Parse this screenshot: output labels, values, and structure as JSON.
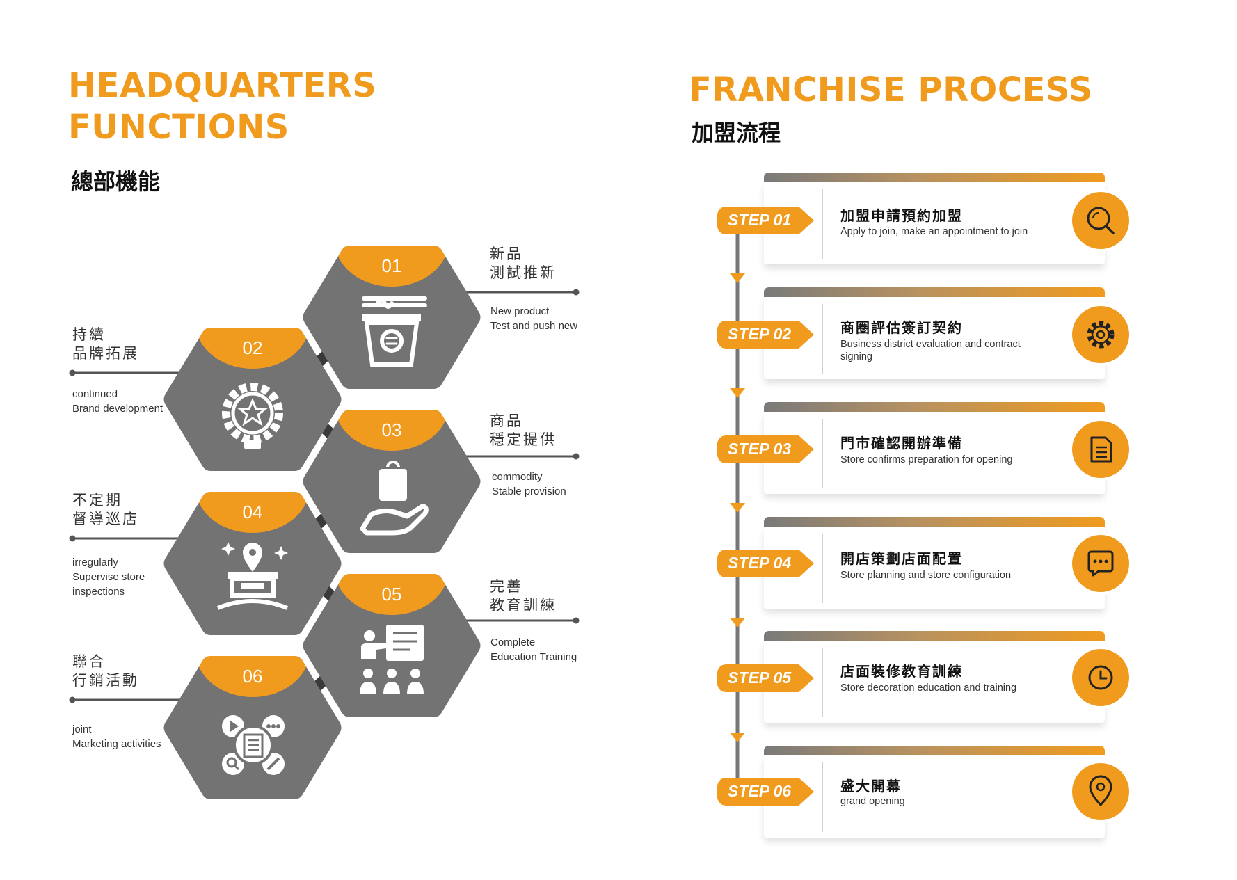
{
  "left": {
    "title_line1": "HEADQUARTERS",
    "title_line2": "FUNCTIONS",
    "subtitle": "總部機能",
    "items": [
      {
        "num": "01",
        "zh": "新品\n測試推新",
        "en": "New product\nTest and push new",
        "icon": "noodle-cup-icon"
      },
      {
        "num": "02",
        "zh": "持續\n品牌拓展",
        "en": "continued\nBrand development",
        "icon": "gear-star-bulb-icon"
      },
      {
        "num": "03",
        "zh": "商品\n穩定提供",
        "en": "commodity\nStable provision",
        "icon": "hand-bag-icon"
      },
      {
        "num": "04",
        "zh": "不定期\n督導巡店",
        "en": "irregularly\nSupervise store\ninspections",
        "icon": "store-pin-icon"
      },
      {
        "num": "05",
        "zh": "完善\n教育訓練",
        "en": "Complete\nEducation Training",
        "icon": "training-class-icon"
      },
      {
        "num": "06",
        "zh": "聯合\n行銷活動",
        "en": "joint\nMarketing activities",
        "icon": "marketing-icon"
      }
    ]
  },
  "right": {
    "title": "FRANCHISE PROCESS",
    "subtitle": "加盟流程",
    "steps": [
      {
        "label": "STEP 01",
        "zh": "加盟申請預約加盟",
        "en": "Apply to join, make an appointment to join",
        "icon": "search-icon"
      },
      {
        "label": "STEP 02",
        "zh": "商圈評估簽訂契約",
        "en": "Business district evaluation and contract signing",
        "icon": "gear-icon"
      },
      {
        "label": "STEP 03",
        "zh": "門市確認開辦準備",
        "en": "Store confirms preparation for opening",
        "icon": "document-icon"
      },
      {
        "label": "STEP 04",
        "zh": "開店策劃店面配置",
        "en": "Store planning and store configuration",
        "icon": "chat-icon"
      },
      {
        "label": "STEP 05",
        "zh": "店面裝修教育訓練",
        "en": "Store decoration education and training",
        "icon": "clock-icon"
      },
      {
        "label": "STEP 06",
        "zh": "盛大開幕",
        "en": "grand opening",
        "icon": "location-pin-icon"
      }
    ]
  },
  "colors": {
    "accent": "#F09B1E",
    "hex_gray": "#737373",
    "connector": "#3a3a3a"
  }
}
